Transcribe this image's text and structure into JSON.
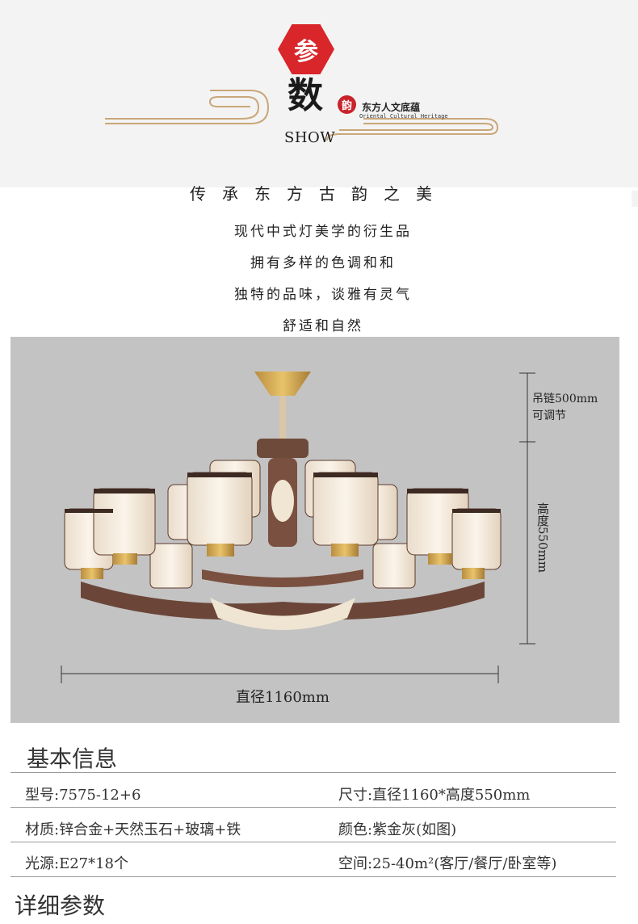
{
  "header": {
    "badge_char": "参",
    "big_char": "数",
    "seal_char": "韵",
    "seal_text": "东方人文底蕴",
    "seal_sub": "Oriental Cultural Heritage",
    "show": "SHOW",
    "colors": {
      "accent_red": "#d8262a",
      "gold_line": "#c9a779",
      "band_bg": "#f4f3f3"
    }
  },
  "intro": {
    "heading": "传承东方古韵之美",
    "lines": [
      "现代中式灯美学的衍生品",
      "拥有多样的色调和和",
      "独特的品味，谈雅有灵气",
      "舒适和自然"
    ]
  },
  "dimensions": {
    "chain_label_1": "吊链500mm",
    "chain_label_2": "可调节",
    "height_label": "高度550mm",
    "diameter_label": "直径1160mm"
  },
  "info": {
    "title": "基本信息",
    "rows": [
      [
        "型号:7575-12+6",
        "尺寸:直径1160*高度550mm"
      ],
      [
        "材质:锌合金+天然玉石+玻璃+铁",
        "颜色:紫金灰(如图)"
      ],
      [
        "光源:E27*18个",
        "空间:25-40m²(客厅/餐厅/卧室等)"
      ]
    ]
  },
  "detail": {
    "title": "详细参数"
  }
}
